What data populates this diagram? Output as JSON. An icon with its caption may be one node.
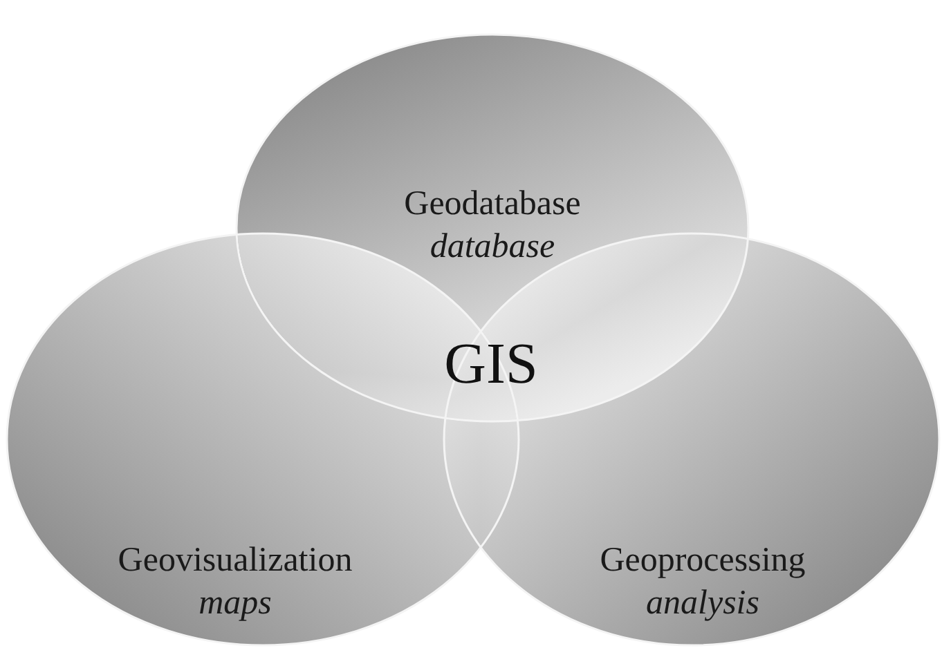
{
  "diagram": {
    "nodes": [
      {
        "text": [
          "Geodatabase",
          "database"
        ]
      },
      {
        "text": [
          "Geovisualization",
          "maps"
        ]
      },
      {
        "text": [
          "Geoprocessing",
          "analysis"
        ]
      }
    ],
    "labels": [
      "GIS"
    ]
  }
}
